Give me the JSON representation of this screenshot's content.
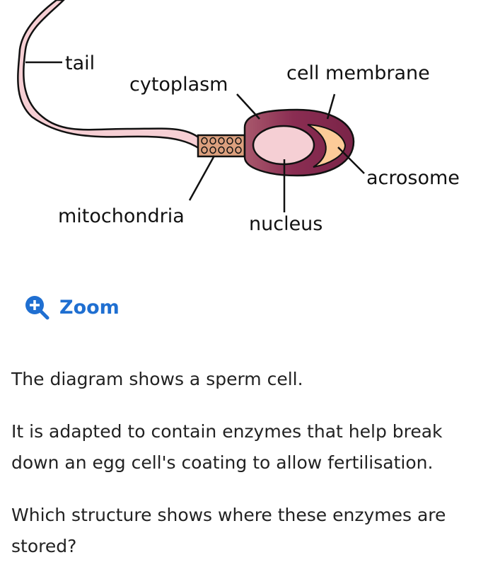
{
  "diagram": {
    "labels": {
      "tail": "tail",
      "cytoplasm": "cytoplasm",
      "cell_membrane": "cell membrane",
      "acrosome": "acrosome",
      "mitochondria": "mitochondria",
      "nucleus": "nucleus"
    },
    "colors": {
      "head": "#8a2d52",
      "nucleus": "#f5cfd4",
      "acrosome": "#fccb98",
      "tail": "#f6cfd4",
      "midpiece": "#dca07e"
    }
  },
  "zoom_label": "Zoom",
  "text": {
    "p1": "The diagram shows a sperm cell.",
    "p2": "It is adapted to contain enzymes that help break down an egg cell's coating to allow fertilisation.",
    "p3": "Which structure shows where these enzymes are stored?"
  }
}
